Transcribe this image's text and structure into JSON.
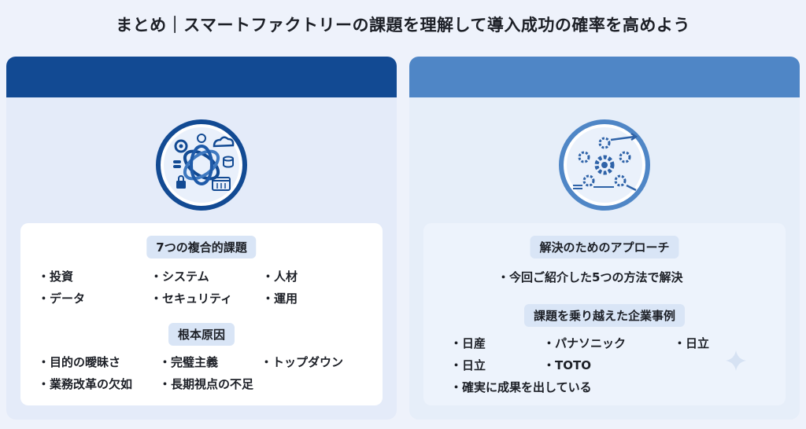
{
  "title": "まとめ｜スマートファクトリーの課題を理解して導入成功の確率を高めよう",
  "left": {
    "section1_title": "7つの複合的課題",
    "section1_items": [
      "投資",
      "システム",
      "人材",
      "データ",
      "セキュリティ",
      "運用"
    ],
    "section2_title": "根本原因",
    "section2_items": [
      "目的の曖昧さ",
      "完璧主義",
      "トップダウン",
      "業務改革の欠如",
      "長期視点の不足"
    ]
  },
  "right": {
    "section1_title": "解決のためのアプローチ",
    "section1_item": "今回ご紹介した5つの方法で解決",
    "section2_title": "課題を乗り越えた企業事例",
    "section2_items": [
      "日産",
      "パナソニック",
      "日立",
      "日立",
      "TOTO",
      "確実に成果を出している"
    ]
  },
  "colors": {
    "left_header": "#124a93",
    "right_header": "#4f86c6",
    "pill_bg": "#d9e5f6"
  },
  "icons": {
    "left": "interlocking-rings-tech-icon",
    "right": "gear-cycle-process-icon"
  }
}
